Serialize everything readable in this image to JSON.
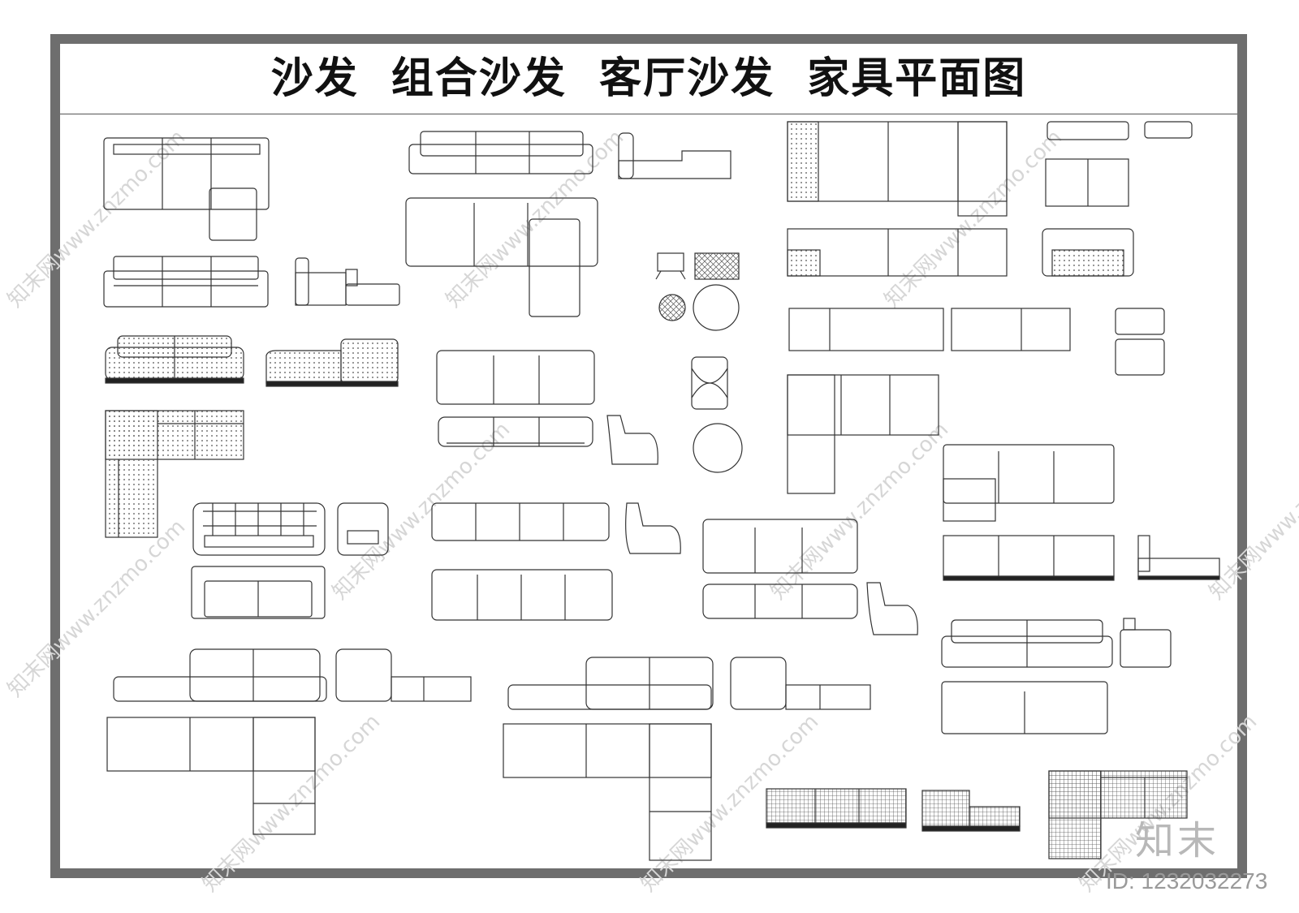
{
  "drawing": {
    "title": "沙发  组合沙发  客厅沙发  家具平面图"
  },
  "watermark": {
    "site_text": "知末网www.znzmo.com",
    "brand": "知末",
    "id_text": "ID: 1232032273"
  },
  "colors": {
    "frame": "#6e6e6e",
    "line": "#333333",
    "hatch": "#777777",
    "watermark": "#d4d4d4"
  }
}
